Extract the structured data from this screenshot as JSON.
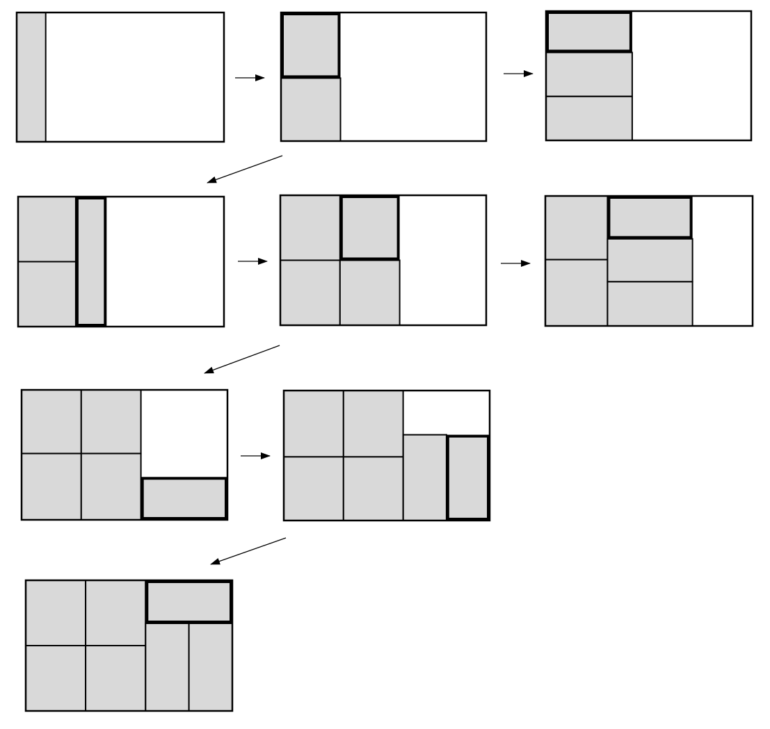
{
  "colors": {
    "background": "#ffffff",
    "filled": "#d9d9d9",
    "empty": "#ffffff",
    "stroke": "#000000"
  },
  "steps": [
    {
      "id": "step-1",
      "rectangles": [
        {
          "id": "r1",
          "col": 0.0,
          "row": 0.0,
          "w": 0.14,
          "h": 1.0,
          "highlighted": false
        }
      ]
    },
    {
      "id": "step-2",
      "rectangles": [
        {
          "id": "r1",
          "col": 0.0,
          "row": 0.0,
          "w": 0.29,
          "h": 0.51,
          "highlighted": true
        },
        {
          "id": "r2",
          "col": 0.0,
          "row": 0.51,
          "w": 0.29,
          "h": 0.49,
          "highlighted": false
        }
      ]
    },
    {
      "id": "step-3",
      "rectangles": [
        {
          "id": "r1",
          "col": 0.0,
          "row": 0.0,
          "w": 0.42,
          "h": 0.32,
          "highlighted": true
        },
        {
          "id": "r2",
          "col": 0.0,
          "row": 0.32,
          "w": 0.42,
          "h": 0.34,
          "highlighted": false
        },
        {
          "id": "r3",
          "col": 0.0,
          "row": 0.66,
          "w": 0.42,
          "h": 0.34,
          "highlighted": false
        }
      ]
    },
    {
      "id": "step-4",
      "rectangles": [
        {
          "id": "r1",
          "col": 0.0,
          "row": 0.0,
          "w": 0.28,
          "h": 0.5,
          "highlighted": false
        },
        {
          "id": "r2",
          "col": 0.0,
          "row": 0.5,
          "w": 0.28,
          "h": 0.5,
          "highlighted": false
        },
        {
          "id": "r3",
          "col": 0.28,
          "row": 0.0,
          "w": 0.15,
          "h": 1.0,
          "highlighted": true
        }
      ]
    },
    {
      "id": "step-5",
      "rectangles": [
        {
          "id": "r1",
          "col": 0.0,
          "row": 0.0,
          "w": 0.29,
          "h": 0.5,
          "highlighted": false
        },
        {
          "id": "r2",
          "col": 0.0,
          "row": 0.5,
          "w": 0.29,
          "h": 0.5,
          "highlighted": false
        },
        {
          "id": "r3",
          "col": 0.29,
          "row": 0.0,
          "w": 0.29,
          "h": 0.5,
          "highlighted": true
        },
        {
          "id": "r4",
          "col": 0.29,
          "row": 0.5,
          "w": 0.29,
          "h": 0.5,
          "highlighted": false
        }
      ]
    },
    {
      "id": "step-6",
      "rectangles": [
        {
          "id": "r1",
          "col": 0.0,
          "row": 0.0,
          "w": 0.3,
          "h": 0.49,
          "highlighted": false
        },
        {
          "id": "r2",
          "col": 0.0,
          "row": 0.49,
          "w": 0.3,
          "h": 0.51,
          "highlighted": false
        },
        {
          "id": "r3",
          "col": 0.3,
          "row": 0.0,
          "w": 0.41,
          "h": 0.33,
          "highlighted": true
        },
        {
          "id": "r4",
          "col": 0.3,
          "row": 0.33,
          "w": 0.41,
          "h": 0.33,
          "highlighted": false
        },
        {
          "id": "r5",
          "col": 0.3,
          "row": 0.66,
          "w": 0.41,
          "h": 0.34,
          "highlighted": false
        }
      ]
    },
    {
      "id": "step-7",
      "rectangles": [
        {
          "id": "r1",
          "col": 0.0,
          "row": 0.0,
          "w": 0.29,
          "h": 0.49,
          "highlighted": false
        },
        {
          "id": "r2",
          "col": 0.29,
          "row": 0.0,
          "w": 0.29,
          "h": 0.49,
          "highlighted": false
        },
        {
          "id": "r3",
          "col": 0.0,
          "row": 0.49,
          "w": 0.29,
          "h": 0.51,
          "highlighted": false
        },
        {
          "id": "r4",
          "col": 0.29,
          "row": 0.49,
          "w": 0.29,
          "h": 0.51,
          "highlighted": false
        },
        {
          "id": "r5",
          "col": 0.58,
          "row": 0.67,
          "w": 0.42,
          "h": 0.33,
          "highlighted": true
        }
      ]
    },
    {
      "id": "step-8",
      "rectangles": [
        {
          "id": "r1",
          "col": 0.0,
          "row": 0.0,
          "w": 0.29,
          "h": 0.51,
          "highlighted": false
        },
        {
          "id": "r2",
          "col": 0.29,
          "row": 0.0,
          "w": 0.29,
          "h": 0.51,
          "highlighted": false
        },
        {
          "id": "r3",
          "col": 0.0,
          "row": 0.51,
          "w": 0.29,
          "h": 0.49,
          "highlighted": false
        },
        {
          "id": "r4",
          "col": 0.29,
          "row": 0.51,
          "w": 0.29,
          "h": 0.49,
          "highlighted": false
        },
        {
          "id": "r5",
          "col": 0.58,
          "row": 0.34,
          "w": 0.21,
          "h": 0.66,
          "highlighted": false
        },
        {
          "id": "r6",
          "col": 0.79,
          "row": 0.34,
          "w": 0.21,
          "h": 0.66,
          "highlighted": true
        }
      ]
    },
    {
      "id": "step-9",
      "rectangles": [
        {
          "id": "r1",
          "col": 0.0,
          "row": 0.0,
          "w": 0.29,
          "h": 0.5,
          "highlighted": false
        },
        {
          "id": "r2",
          "col": 0.29,
          "row": 0.0,
          "w": 0.29,
          "h": 0.5,
          "highlighted": false
        },
        {
          "id": "r3",
          "col": 0.0,
          "row": 0.5,
          "w": 0.29,
          "h": 0.5,
          "highlighted": false
        },
        {
          "id": "r4",
          "col": 0.29,
          "row": 0.5,
          "w": 0.29,
          "h": 0.5,
          "highlighted": false
        },
        {
          "id": "r5",
          "col": 0.58,
          "row": 0.0,
          "w": 0.42,
          "h": 0.33,
          "highlighted": true
        },
        {
          "id": "r6",
          "col": 0.58,
          "row": 0.33,
          "w": 0.21,
          "h": 0.67,
          "highlighted": false
        },
        {
          "id": "r7",
          "col": 0.79,
          "row": 0.33,
          "w": 0.21,
          "h": 0.67,
          "highlighted": false
        }
      ]
    }
  ],
  "transitions": [
    {
      "from": "step-1",
      "to": "step-2",
      "direction": "right"
    },
    {
      "from": "step-2",
      "to": "step-3",
      "direction": "right"
    },
    {
      "from": "step-3",
      "to": "step-4",
      "direction": "down-left"
    },
    {
      "from": "step-4",
      "to": "step-5",
      "direction": "right"
    },
    {
      "from": "step-5",
      "to": "step-6",
      "direction": "right"
    },
    {
      "from": "step-6",
      "to": "step-7",
      "direction": "down-left"
    },
    {
      "from": "step-7",
      "to": "step-8",
      "direction": "right"
    },
    {
      "from": "step-8",
      "to": "step-9",
      "direction": "down-left"
    }
  ]
}
